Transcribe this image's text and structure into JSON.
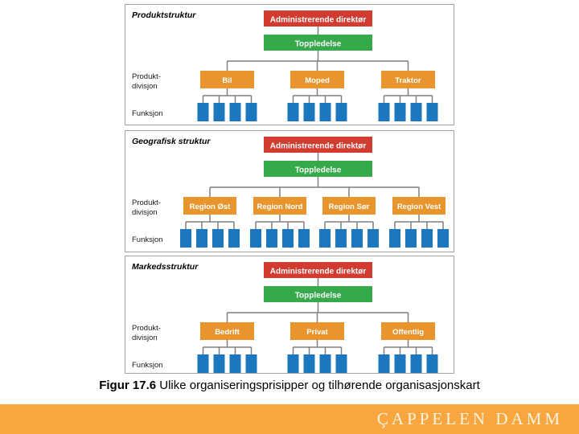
{
  "figure": {
    "caption_bold": "Figur 17.6",
    "caption_text": " Ulike organiseringsprisipper og tilhørende organisasjonskart"
  },
  "footer": {
    "brand": "ÇAPPELEN DAMM"
  },
  "colors": {
    "executive": "#D13B30",
    "top_management": "#36A94B",
    "division": "#E8952D",
    "function_unit": "#1B78BE",
    "connector": "#7F7F7F",
    "panel_border": "#A3A3A3",
    "footer_bar": "#F7A640",
    "footer_text": "#FCF3DB"
  },
  "org_charts": [
    {
      "title": "Produktstruktur",
      "executive": "Administrerende direktør",
      "top_management": "Toppledelse",
      "row_labels": {
        "division_line1": "Produkt-",
        "division_line2": "divisjon",
        "function": "Funksjon"
      },
      "divisions": [
        {
          "label": "Bil",
          "function_units": 4
        },
        {
          "label": "Moped",
          "function_units": 4
        },
        {
          "label": "Traktor",
          "function_units": 4
        }
      ]
    },
    {
      "title": "Geografisk struktur",
      "executive": "Administrerende direktør",
      "top_management": "Toppledelse",
      "row_labels": {
        "division_line1": "Produkt-",
        "division_line2": "divisjon",
        "function": "Funksjon"
      },
      "divisions": [
        {
          "label": "Region Øst",
          "function_units": 4
        },
        {
          "label": "Region Nord",
          "function_units": 4
        },
        {
          "label": "Region Sør",
          "function_units": 4
        },
        {
          "label": "Region Vest",
          "function_units": 4
        }
      ]
    },
    {
      "title": "Markedsstruktur",
      "executive": "Administrerende direktør",
      "top_management": "Toppledelse",
      "row_labels": {
        "division_line1": "Produkt-",
        "division_line2": "divisjon",
        "function": "Funksjon"
      },
      "divisions": [
        {
          "label": "Bedrift",
          "function_units": 4
        },
        {
          "label": "Privat",
          "function_units": 4
        },
        {
          "label": "Offentlig",
          "function_units": 4
        }
      ]
    }
  ]
}
